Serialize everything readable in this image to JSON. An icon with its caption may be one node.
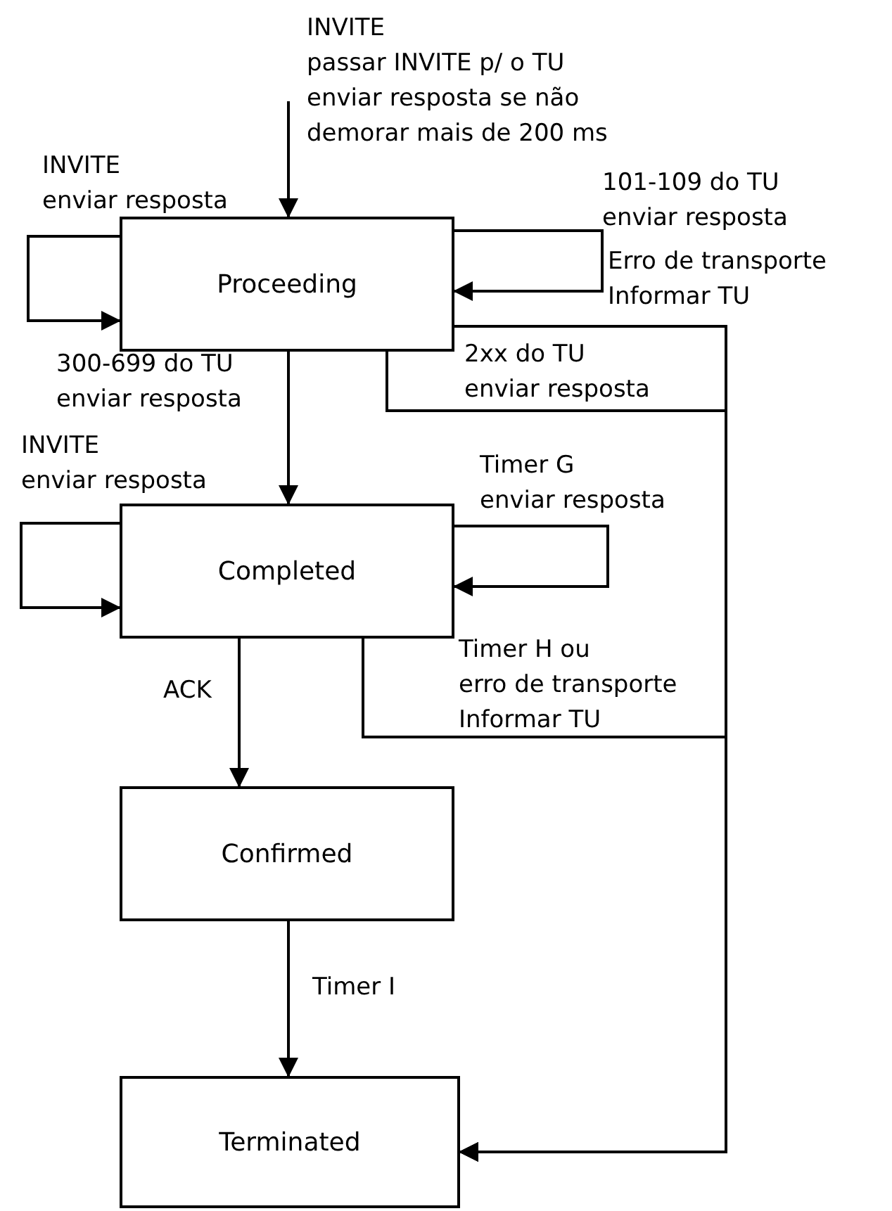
{
  "diagram": {
    "nodes": [
      {
        "text": [
          "Proceeding"
        ]
      },
      {
        "text": [
          "Completed"
        ]
      },
      {
        "text": [
          "Confirmed"
        ]
      },
      {
        "text": [
          "Terminated"
        ]
      }
    ],
    "edges": [
      {
        "from": null,
        "to": 0,
        "arrow": "to",
        "label": "INVITE passar INVITE p/ o TU enviar resposta se não demorar mais de 200 ms"
      },
      {
        "from": 0,
        "to": 0,
        "arrow": "to",
        "label": "INVITE enviar resposta"
      },
      {
        "from": 0,
        "to": 0,
        "arrow": "to",
        "label": "101-109 do TU enviar resposta"
      },
      {
        "from": 0,
        "to": 3,
        "arrow": "to",
        "label": "Erro de transporte Informar TU"
      },
      {
        "from": 0,
        "to": 3,
        "arrow": "to",
        "label": "2xx do TU enviar resposta"
      },
      {
        "from": 0,
        "to": 1,
        "arrow": "to",
        "label": "300-699 do TU enviar resposta"
      },
      {
        "from": 1,
        "to": 1,
        "arrow": "to",
        "label": "INVITE enviar resposta"
      },
      {
        "from": 1,
        "to": 1,
        "arrow": "to",
        "label": "Timer G enviar resposta"
      },
      {
        "from": 1,
        "to": 2,
        "arrow": "to",
        "label": "ACK"
      },
      {
        "from": 1,
        "to": 3,
        "arrow": "to",
        "label": "Timer H ou erro de transporte Informar TU"
      },
      {
        "from": 2,
        "to": 3,
        "arrow": "to",
        "label": "Timer I"
      }
    ]
  }
}
